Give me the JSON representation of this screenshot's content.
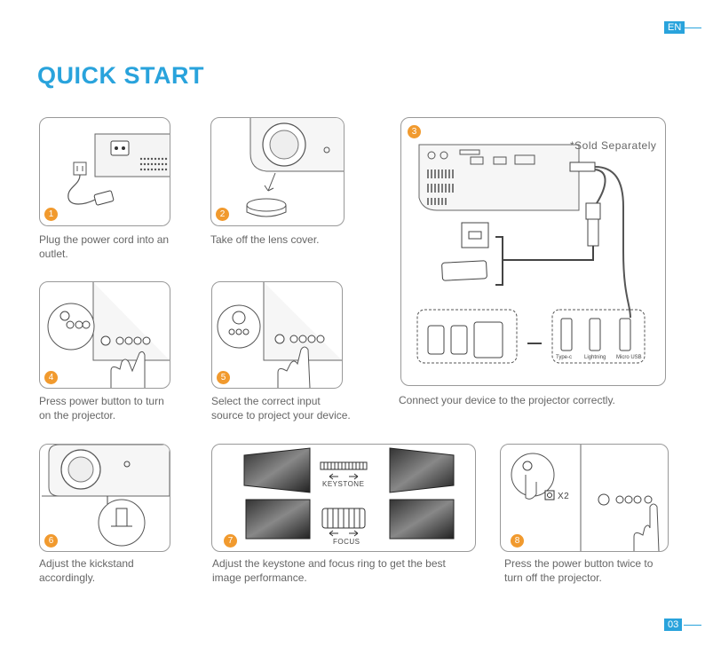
{
  "header": {
    "lang_badge": "EN"
  },
  "page": {
    "title": "QUICK START",
    "page_number": "03"
  },
  "steps": [
    {
      "num": "1",
      "caption": "Plug the power cord into an\noutlet."
    },
    {
      "num": "2",
      "caption": "Take off the lens cover."
    },
    {
      "num": "3",
      "caption": "Connect your device to the projector correctly.",
      "note": "*Sold Separately",
      "connector_labels": [
        "Type-c",
        "Lightning",
        "Micro USB"
      ]
    },
    {
      "num": "4",
      "caption": "Press power button to turn\non the projector."
    },
    {
      "num": "5",
      "caption": "Select the correct input\nsource to project your device."
    },
    {
      "num": "6",
      "caption": "Adjust the kickstand\naccordingly."
    },
    {
      "num": "7",
      "caption": "Adjust the keystone and focus ring to get the best\nimage performance.",
      "labels": [
        "KEYSTONE",
        "FOCUS"
      ]
    },
    {
      "num": "8",
      "caption": "Press the power button twice to\nturn off the projector.",
      "press_count": "X2"
    }
  ],
  "colors": {
    "accent": "#29a3dc",
    "step_number": "#f19a2e"
  }
}
